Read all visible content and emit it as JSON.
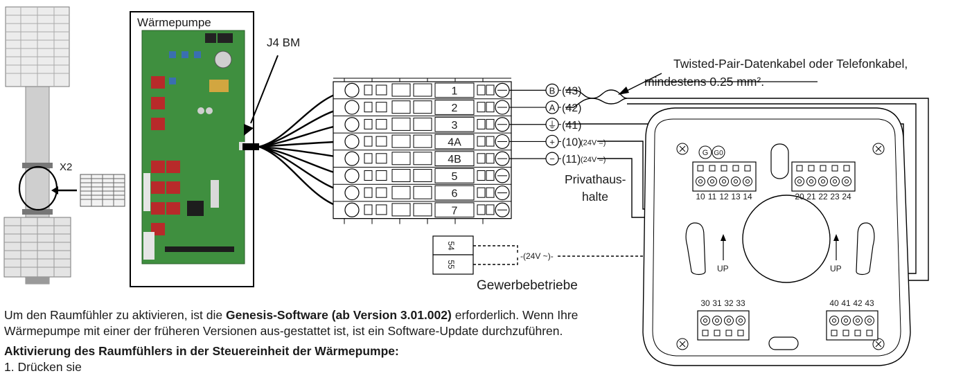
{
  "labels": {
    "heat_pump": "Wärmepumpe",
    "j4_bm": "J4 BM",
    "x2": "X2",
    "cable_note_line1": "Twisted-Pair-Datenkabel oder Telefonkabel,",
    "cable_note_line2": "mindestens 0.25 mm²",
    "cable_note_end": ".",
    "households_line1": "Privathaus-",
    "households_line2": "halte",
    "businesses": "Gewerbebetriebe",
    "up_left": "UP",
    "up_right": "UP",
    "volt_dc_a": "24V =",
    "volt_dc_b": "24V =",
    "volt_ac": "24V ~",
    "sensor_g": "G",
    "sensor_g0": "G0"
  },
  "terminal_block": {
    "rows": [
      "1",
      "2",
      "3",
      "4A",
      "4B",
      "5",
      "6",
      "7"
    ]
  },
  "wire_markers": [
    {
      "symbol": "B",
      "number": "43"
    },
    {
      "symbol": "A",
      "number": "42"
    },
    {
      "symbol": "⏚",
      "number": "41"
    },
    {
      "symbol": "+",
      "number": "10"
    },
    {
      "symbol": "−",
      "number": "11"
    }
  ],
  "plug_terminals": [
    "54",
    "55"
  ],
  "sensor_terminals": {
    "top_left": [
      "10",
      "11",
      "12",
      "13",
      "14"
    ],
    "top_right": [
      "20",
      "21",
      "22",
      "23",
      "24"
    ],
    "bottom_left": [
      "30",
      "31",
      "32",
      "33"
    ],
    "bottom_right": [
      "40",
      "41",
      "42",
      "43"
    ]
  },
  "text": {
    "p1_start": "Um den Raumfühler zu aktivieren, ist die ",
    "p1_bold": "Genesis-Software (ab Version 3.01.002)",
    "p1_end": " erforderlich. Wenn Ihre",
    "p2": "Wärmepumpe mit einer der früheren Versionen aus-gestattet ist, ist ein Software-Update durchzuführen.",
    "heading": "Aktivierung des Raumfühlers in der Steuereinheit der Wärmepumpe:",
    "step1": "1. Drücken sie"
  }
}
